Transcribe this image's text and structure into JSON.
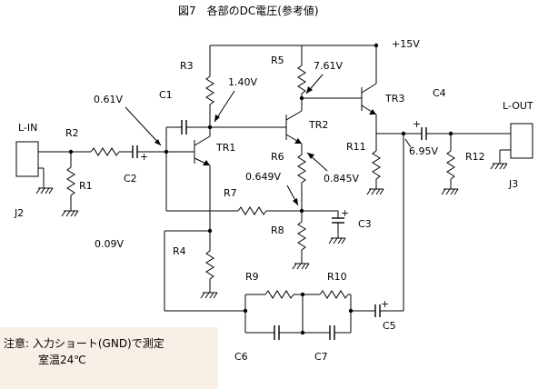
{
  "title": "図7　各部のDC電圧(参考値)",
  "supply": "+15V",
  "connectors": {
    "input_label": "L-IN",
    "input_ref": "J2",
    "output_label": "L-OUT",
    "output_ref": "J3"
  },
  "transistors": {
    "tr1": "TR1",
    "tr2": "TR2",
    "tr3": "TR3"
  },
  "resistors": {
    "r1": "R1",
    "r2": "R2",
    "r3": "R3",
    "r4": "R4",
    "r5": "R5",
    "r6": "R6",
    "r7": "R7",
    "r8": "R8",
    "r9": "R9",
    "r10": "R10",
    "r11": "R11",
    "r12": "R12"
  },
  "capacitors": {
    "c1": "C1",
    "c2": "C2",
    "c3": "C3",
    "c4": "C4",
    "c5": "C5",
    "c6": "C6",
    "c7": "C7"
  },
  "voltages": {
    "tr1_base": "0.61V",
    "tr1_collector": "1.40V",
    "tr2_collector": "7.61V",
    "tr2_emitter": "0.845V",
    "feedback_node": "0.649V",
    "tr3_emitter": "6.95V",
    "tr1_emitter": "0.09V"
  },
  "note": {
    "line1": "注意: 入力ショート(GND)で測定",
    "line2": "室温24℃"
  }
}
